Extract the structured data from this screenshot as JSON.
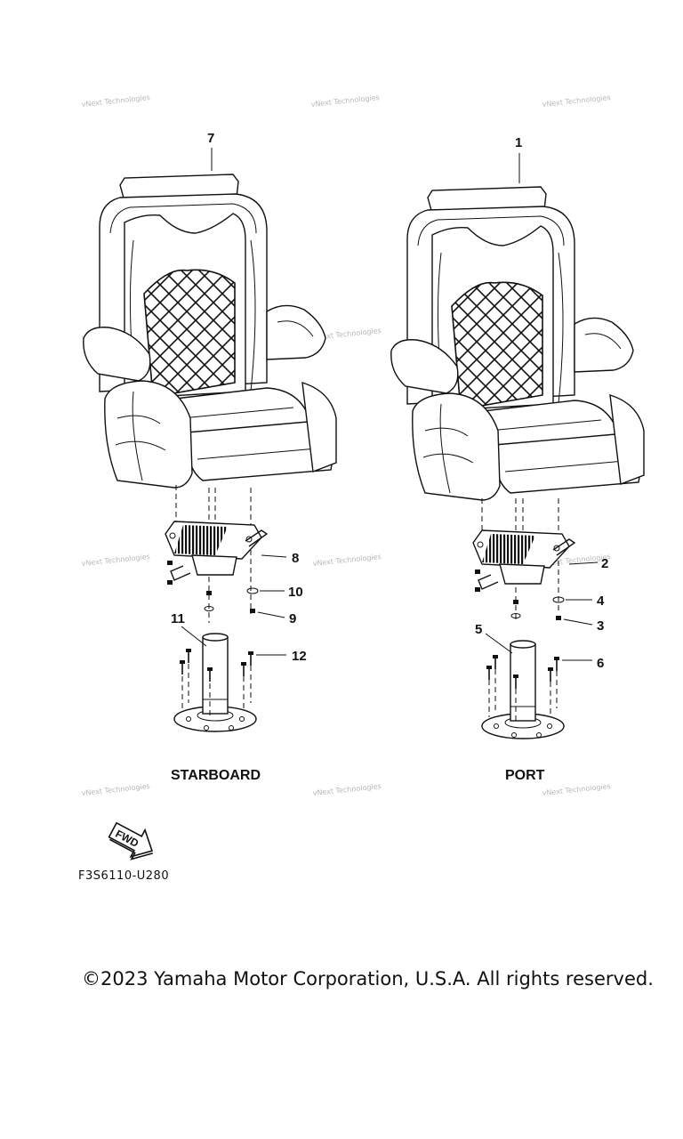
{
  "diagram": {
    "callouts": {
      "c7": "7",
      "c1": "1",
      "c8": "8",
      "c10": "10",
      "c9": "9",
      "c11": "11",
      "c12": "12",
      "c2": "2",
      "c4": "4",
      "c3": "3",
      "c5": "5",
      "c6": "6"
    },
    "labels": {
      "starboard": "STARBOARD",
      "port": "PORT"
    },
    "fwd_arrow_text": "FWD",
    "watermark_text": "vNext Technologies",
    "part_code": "F3S6110-U280"
  },
  "footer": {
    "copyright": "©2023 Yamaha Motor Corporation, U.S.A. All rights reserved."
  }
}
